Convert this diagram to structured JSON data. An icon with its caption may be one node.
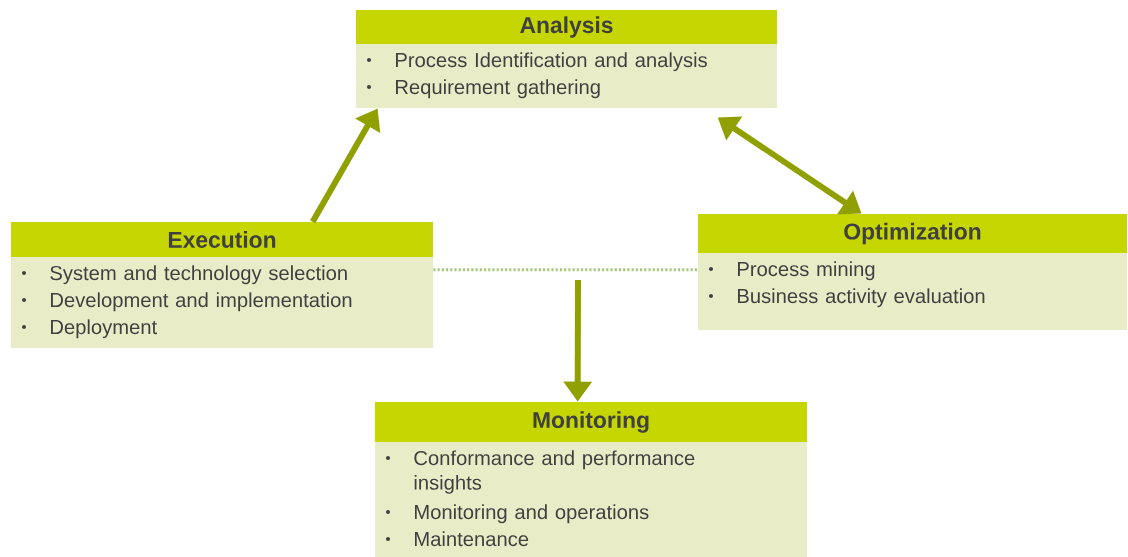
{
  "diagram": {
    "nodes": [
      {
        "text": [
          "Analysis",
          "Process Identification and analysis",
          "Requirement gathering"
        ]
      },
      {
        "text": [
          "Execution",
          "System and technology selection",
          "Development and implementation",
          "Deployment"
        ]
      },
      {
        "text": [
          "Optimization",
          "Process mining",
          "Business activity evaluation"
        ]
      },
      {
        "text": [
          "Monitoring",
          "Conformance and performance insights",
          "Monitoring and operations",
          "Maintenance"
        ]
      }
    ],
    "edges": [
      {
        "from": 1,
        "to": 0,
        "arrow": "to"
      },
      {
        "from": 0,
        "to": 2,
        "arrow": "both"
      },
      {
        "from": 1,
        "to": 2,
        "arrow": "none",
        "style": "dashed",
        "color": "#a8c878"
      },
      {
        "from": null,
        "to": 3,
        "arrow": "to"
      }
    ]
  }
}
